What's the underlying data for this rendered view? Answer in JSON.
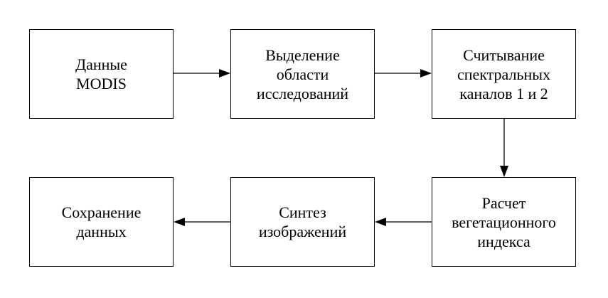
{
  "blocks": [
    {
      "id": "b1",
      "text": "Данные\nMODIS"
    },
    {
      "id": "b2",
      "text": "Выделение\nобласти\nисследований"
    },
    {
      "id": "b3",
      "text": "Считывание\nспектральных\nканалов 1 и 2"
    },
    {
      "id": "b4",
      "text": "Расчет\nвегетационного\nиндекса"
    },
    {
      "id": "b5",
      "text": "Синтез\nизображений"
    },
    {
      "id": "b6",
      "text": "Сохранение\nданных"
    }
  ],
  "edges": [
    {
      "from": "b1",
      "to": "b2"
    },
    {
      "from": "b2",
      "to": "b3"
    },
    {
      "from": "b3",
      "to": "b4"
    },
    {
      "from": "b4",
      "to": "b5"
    },
    {
      "from": "b5",
      "to": "b6"
    }
  ]
}
